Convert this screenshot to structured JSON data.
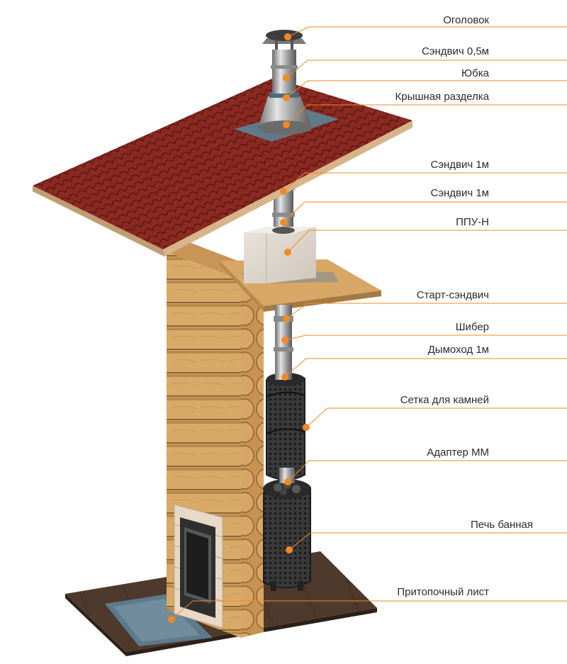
{
  "colors": {
    "accent": "#f28a22",
    "label_text": "#2b2b2b",
    "roof": "#8a2a22",
    "wood": "#d9a968",
    "metal": "#a9a9a9"
  },
  "labels": [
    {
      "id": "head",
      "text": "Оголовок"
    },
    {
      "id": "sandwich-05",
      "text": "Сэндвич 0,5м"
    },
    {
      "id": "skirt",
      "text": "Юбка"
    },
    {
      "id": "roof-cut",
      "text": "Крышная разделка"
    },
    {
      "id": "sandwich-1m-a",
      "text": "Сэндвич 1м"
    },
    {
      "id": "sandwich-1m-b",
      "text": "Сэндвич 1м"
    },
    {
      "id": "ppu-n",
      "text": "ППУ-Н"
    },
    {
      "id": "start-sandwich",
      "text": "Старт-сэндвич"
    },
    {
      "id": "damper",
      "text": "Шибер"
    },
    {
      "id": "chimney-1m",
      "text": "Дымоход 1м"
    },
    {
      "id": "stone-mesh",
      "text": "Сетка для камней"
    },
    {
      "id": "adapter-mm",
      "text": "Адаптер ММ"
    },
    {
      "id": "stove",
      "text": "Печь банная"
    },
    {
      "id": "floor-sheet",
      "text": "Притопочный лист"
    }
  ]
}
